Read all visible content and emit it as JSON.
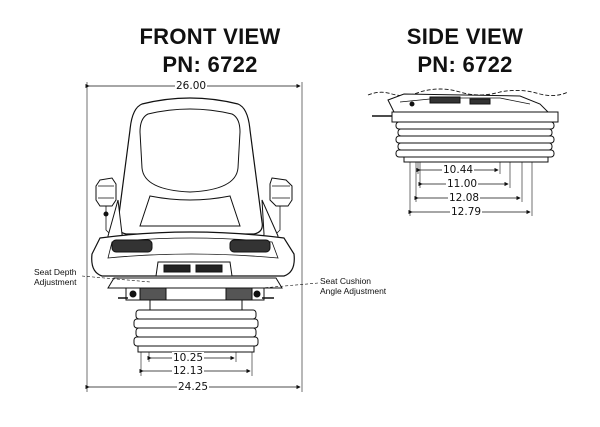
{
  "front": {
    "title": "FRONT VIEW",
    "part": "PN: 6722",
    "width_top": "26.00",
    "width_bottom": "24.25",
    "base_inner": "10.25",
    "base_outer": "12.13"
  },
  "side": {
    "title": "SIDE VIEW",
    "part": "PN: 6722",
    "dims": [
      "10.44",
      "11.00",
      "12.08",
      "12.79"
    ]
  },
  "callouts": {
    "seat_depth": [
      "Seat Depth",
      "Adjustment"
    ],
    "seat_cushion": [
      "Seat Cushion",
      "Angle Adjustment"
    ]
  }
}
